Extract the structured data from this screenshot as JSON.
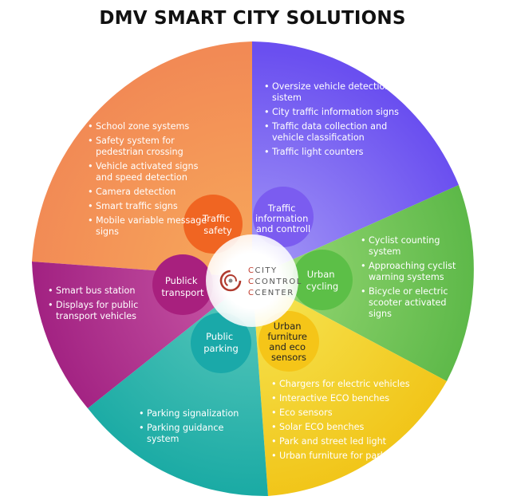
{
  "title": "DMV SMART CITY SOLUTIONS",
  "center": {
    "lines": [
      "CITY",
      "CONTROL",
      "CENTER"
    ],
    "accent": "#c0392b"
  },
  "nodes": [
    {
      "id": "traffic-safety",
      "lines": [
        "Traffic",
        "safety"
      ],
      "color": "#f26a22"
    },
    {
      "id": "traffic-info",
      "lines": [
        "Traffic",
        "information",
        "and controll"
      ],
      "color": "#7b5cf0"
    },
    {
      "id": "urban-cycling",
      "lines": [
        "Urban",
        "cycling"
      ],
      "color": "#5cbf47"
    },
    {
      "id": "urban-furniture",
      "lines": [
        "Urban",
        "furniture",
        "and eco",
        "sensors"
      ],
      "color": "#f5c518"
    },
    {
      "id": "public-parking",
      "lines": [
        "Public",
        "parking"
      ],
      "color": "#1aa9a9"
    },
    {
      "id": "public-transport",
      "lines": [
        "Publick",
        "transport"
      ],
      "color": "#a8207e"
    }
  ],
  "lists": {
    "traffic_safety": [
      "School zone systems",
      "Safety system for pedestrian crossing",
      "Vehicle activated signs and speed detection",
      "Camera detection",
      "Smart traffic signs",
      "Mobile variable message signs"
    ],
    "traffic_info": [
      "Oversize vehicle detection sistem",
      "City traffic information signs",
      "Traffic data collection and vehicle classification",
      "Traffic light counters"
    ],
    "urban_cycling": [
      "Cyclist counting system",
      "Approaching cyclist warning systems",
      "Bicycle or electric scooter activated signs"
    ],
    "urban_furniture": [
      "Chargers for electric vehicles",
      "Interactive ECO benches",
      "Eco sensors",
      "Solar ECO benches",
      "Park and street led light",
      "Urban furniture for park"
    ],
    "public_parking": [
      "Parking signalization",
      "Parking guidance system"
    ],
    "public_transport": [
      "Smart bus station",
      "Displays for public transport vehicles"
    ]
  }
}
